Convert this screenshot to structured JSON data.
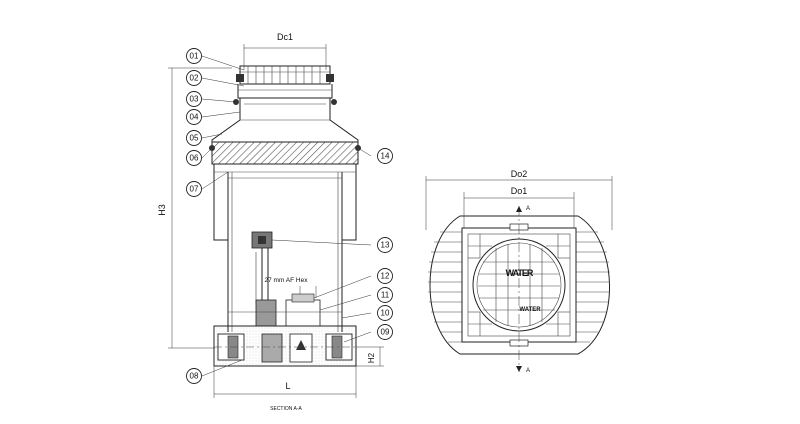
{
  "section_view": {
    "callouts": [
      "01",
      "02",
      "03",
      "04",
      "05",
      "06",
      "07",
      "08",
      "09",
      "10",
      "11",
      "12",
      "13",
      "14"
    ],
    "dimensions": {
      "top_diameter": "Dc1",
      "height": "H3",
      "inlet_height": "H2",
      "length": "L"
    },
    "hex_note": "27 mm AF Hex",
    "section_caption": "SECTION A-A"
  },
  "plan_view": {
    "dimensions": {
      "outer_diameter": "Do2",
      "inner_diameter": "Do1"
    },
    "section_marks": [
      "A",
      "A"
    ],
    "brand_text": "WATER",
    "logo_text": "WATER"
  }
}
